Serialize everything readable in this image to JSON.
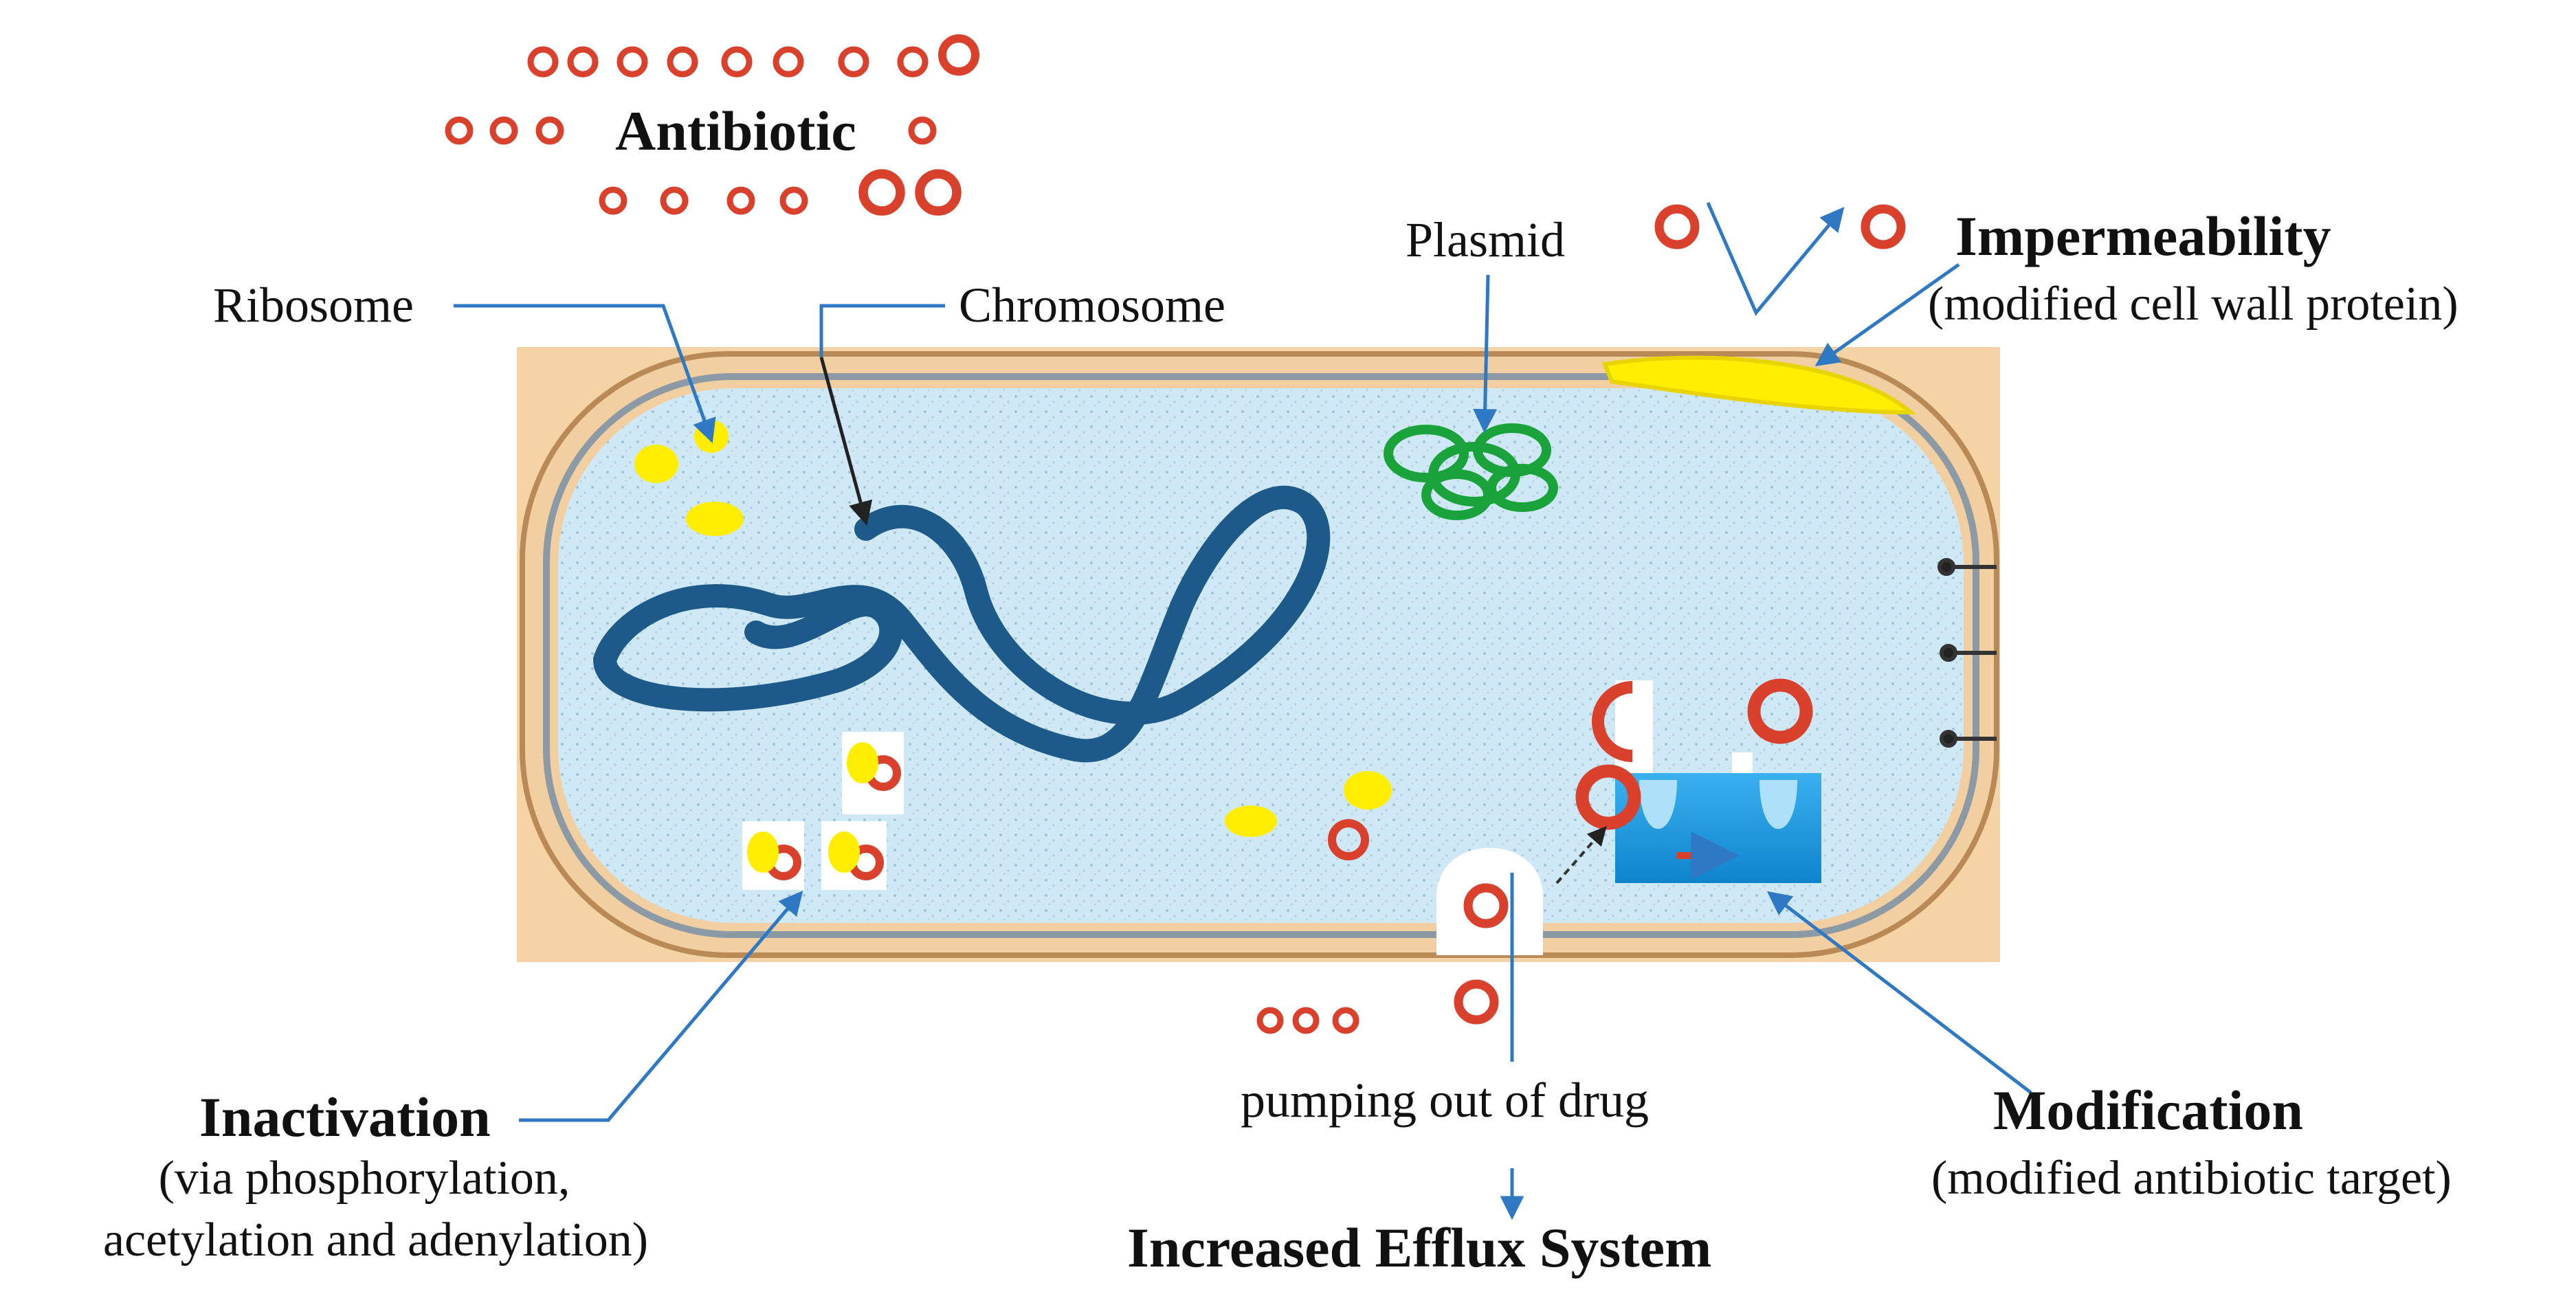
{
  "labels": {
    "antibiotic": "Antibiotic",
    "ribosome": "Ribosome",
    "chromosome": "Chromosome",
    "plasmid": "Plasmid",
    "impermeability_title": "Impermeability",
    "impermeability_sub": "(modified cell wall protein)",
    "inactivation_title": "Inactivation",
    "inactivation_sub1": "(via phosphorylation,",
    "inactivation_sub2": "acetylation and adenylation)",
    "pumping": "pumping out of drug",
    "efflux_title": "Increased Efflux System",
    "modification_title": "Modification",
    "modification_sub": "(modified antibiotic target)"
  },
  "colors": {
    "antibiotic_ring": "#d9412c",
    "wall_outer": "#f5d3a4",
    "cytoplasm": "#cfe8f6",
    "chromosome": "#1d5a8a",
    "plasmid": "#1aa33a",
    "ribosome": "#ffee00",
    "arrow": "#2f78c4",
    "target_box": "#1e9ae0"
  }
}
